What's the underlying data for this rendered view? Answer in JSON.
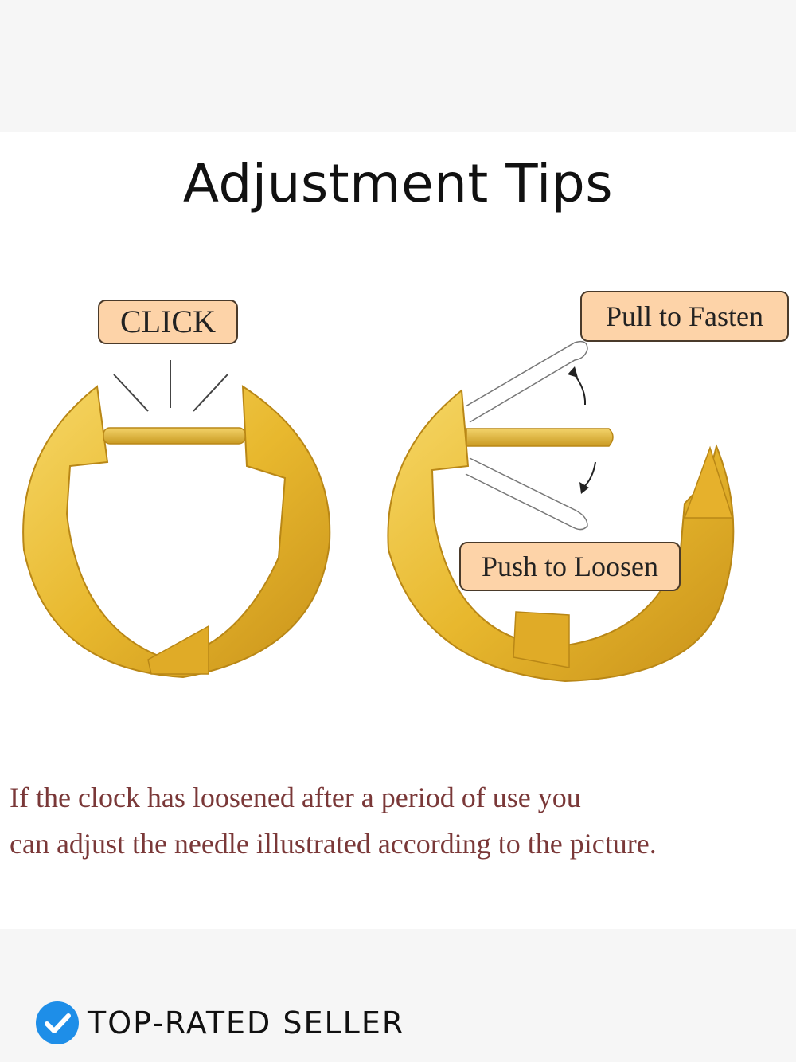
{
  "image": {
    "title": "Adjustment Tips",
    "labels": {
      "click": "CLICK",
      "pull": "Pull to Fasten",
      "push": "Push to Loosen"
    },
    "caption": {
      "line1": "If the clock has loosened after a period of use you",
      "line2": "can adjust the needle illustrated according to the picture."
    }
  },
  "seller_badge": {
    "icon": "check-badge-icon",
    "text": "TOP-RATED SELLER"
  },
  "colors": {
    "gold": "#e8b82e",
    "gold_light": "#f6d766",
    "gold_dark": "#c9921a",
    "tag_fill": "#fdd3a8",
    "caption_text": "#7a3838",
    "badge_blue": "#1e8ee8"
  }
}
